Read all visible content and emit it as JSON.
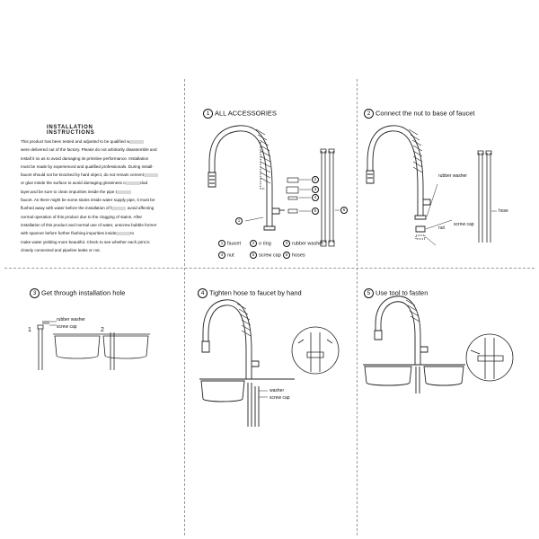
{
  "intro": {
    "title": "INSTALLATION INSTRUCTIONS",
    "body_lines": [
      "This product has been tested and adjusted to be qualified w",
      "were delivered out of the factory. Please do not arbitrarily disassemble and",
      "install it so as to avoid damaging its primitive performance. Installation",
      "must be made by experienced and qualified professionals. During install-",
      "faucet should not be knocked by hard object, do not remain cement",
      "or glue inside the surface to avoid damaging glossiness o",
      "layer,and be sure to clean impurities inside the pipe t",
      "faucet. As there might be some stains inside water supply pipe, it must be",
      "flushed away with water before the installation of f",
      "normal operation of this product due to the clogging of stains. After",
      "installation of this product and normal use of water, unscrew bubble former",
      "with spanner before further flushing impurities inside",
      "make water yielding more beautiful. Check to see whether each joint is",
      "closely connected and pipeline leaks or not."
    ],
    "body_tails": [
      "",
      "",
      "",
      "",
      "",
      "clad",
      "",
      "",
      " avoid affecting",
      "",
      "",
      "to",
      "",
      ""
    ]
  },
  "steps": [
    {
      "num": "1",
      "title": "ALL ACCESSORIES"
    },
    {
      "num": "2",
      "title": "Connect the nut to base of faucet"
    },
    {
      "num": "3",
      "title": "Get through installation hole"
    },
    {
      "num": "4",
      "title": "Tighten hose to faucet by hand"
    },
    {
      "num": "5",
      "title": "Use tool to fasten"
    }
  ],
  "accessories": {
    "callouts": [
      "1",
      "2",
      "3",
      "4",
      "5",
      "6"
    ],
    "legend": [
      {
        "num": "1",
        "label": "faucet"
      },
      {
        "num": "2",
        "label": "o ring"
      },
      {
        "num": "3",
        "label": "rubber washer"
      },
      {
        "num": "4",
        "label": "nut"
      },
      {
        "num": "5",
        "label": "screw cap"
      },
      {
        "num": "6",
        "label": "hoses"
      }
    ]
  },
  "step2_labels": {
    "rubber_washer": "rubber washer",
    "hose": "hose",
    "screw_cap": "screw cap",
    "nut": "nut"
  },
  "step3_labels": {
    "rubber_washer": "rubber washer",
    "screw_cap": "screw cap",
    "left_num": "1",
    "right_num": "2"
  },
  "step4_labels": {
    "washer": "washer",
    "screw_cap": "screw cap"
  }
}
